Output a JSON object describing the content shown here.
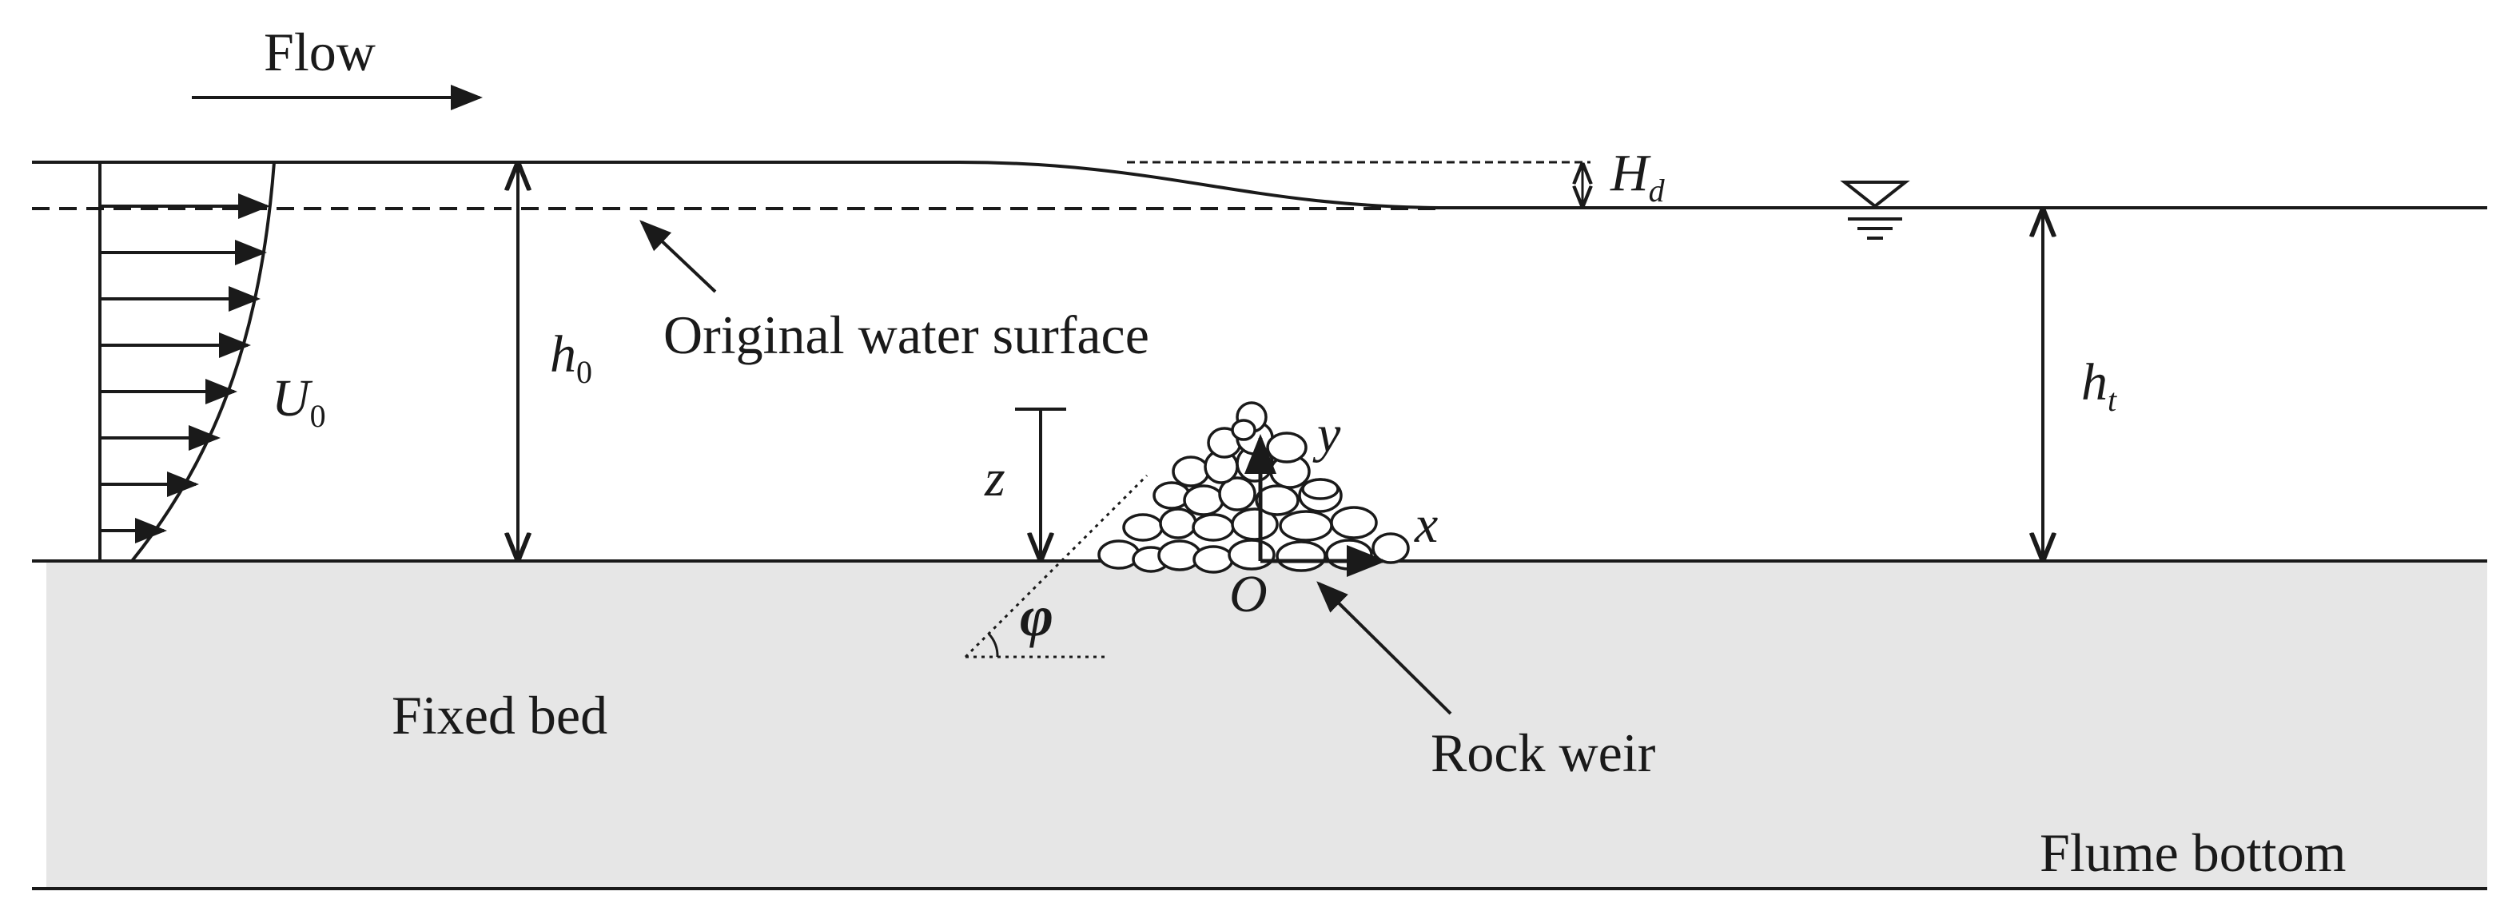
{
  "labels": {
    "flow": "Flow",
    "original_water_surface": "Original water surface",
    "fixed_bed": "Fixed bed",
    "rock_weir": "Rock weir",
    "flume_bottom": "Flume bottom"
  },
  "symbols": {
    "h0": {
      "base": "h",
      "sub": "0"
    },
    "ht": {
      "base": "h",
      "sub": "t"
    },
    "hd": {
      "base": "H",
      "sub": "d"
    },
    "u0": {
      "base": "U",
      "sub": "0"
    },
    "z": "z",
    "phi": "φ",
    "x": "x",
    "y": "y",
    "origin": "O"
  },
  "colors": {
    "ink": "#1a1a1a",
    "bed_fill": "#e6e6e6",
    "background": "#ffffff"
  },
  "icons": {
    "water_level": "water-level-triangle-icon"
  }
}
